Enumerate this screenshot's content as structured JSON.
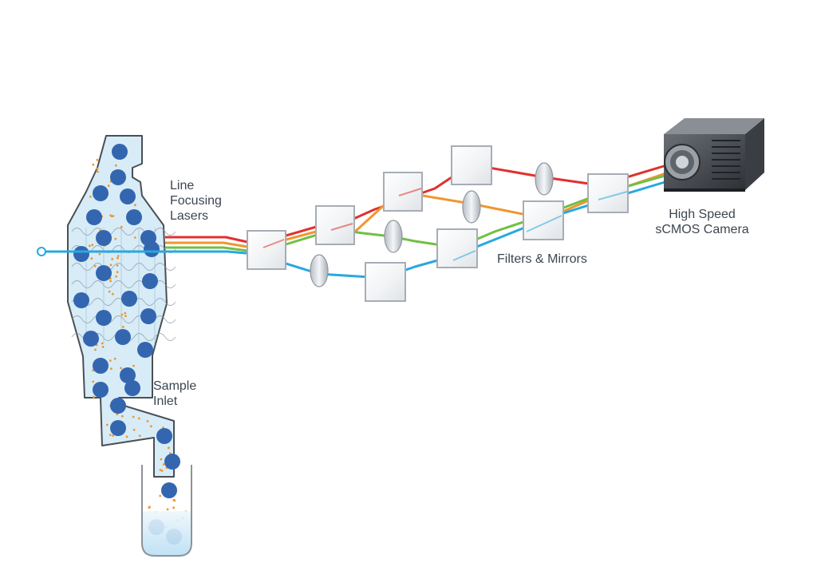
{
  "labels": {
    "lasers": [
      "Line",
      "Focusing",
      "Lasers"
    ],
    "inlet": [
      "Sample",
      "Inlet"
    ],
    "optics": "Filters & Mirrors",
    "camera": [
      "High Speed",
      "sCMOS Camera"
    ]
  },
  "colors": {
    "red": "#e0312f",
    "orange": "#f0962e",
    "green": "#72bf44",
    "blue": "#29a8df",
    "cell": "#3466b0",
    "fluid": "#d7ecf7",
    "outline": "#4a4f55",
    "particle": "#f0962e"
  },
  "icons": [
    "flow-chamber",
    "particle-cells",
    "mirror-squares",
    "lens-ellipses",
    "sample-tube",
    "camera-icon"
  ]
}
